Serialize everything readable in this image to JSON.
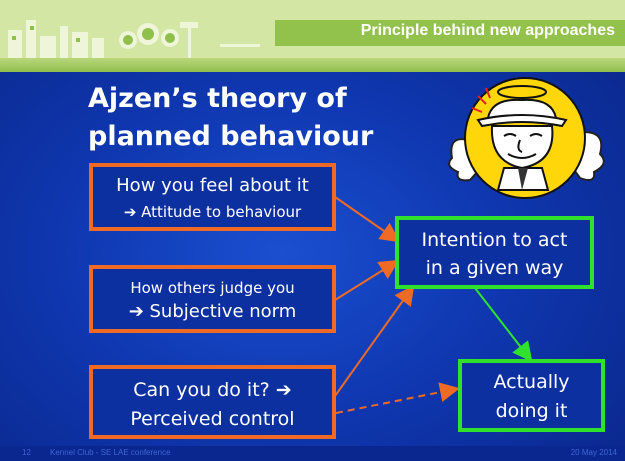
{
  "header": {
    "title": "Principle behind new approaches"
  },
  "slide_title": {
    "line1": "Ajzen’s theory of",
    "line2": "planned behaviour"
  },
  "boxes": {
    "attitude": {
      "line1": "How you feel about it",
      "line2": "➔ Attitude to behaviour"
    },
    "norm": {
      "line1": "How others judge you",
      "line2": "➔ Subjective norm"
    },
    "control": {
      "line1": "Can you do it? ➔",
      "line2": "Perceived control"
    },
    "intention": {
      "line1": "Intention to act",
      "line2": "in a given way"
    },
    "behaviour": {
      "line1": "Actually",
      "line2": "doing it"
    }
  },
  "footer": {
    "page": "12",
    "event": "Kennel Club - SE LAE conference",
    "date": "20 May 2014"
  },
  "colors": {
    "input_border": "#ee6a25",
    "outcome_border": "#2fe32c",
    "background": "#0f37b0",
    "header_accent": "#93c24c"
  },
  "icons": {
    "mascot": "angel-cartoon-icon",
    "header_art": "town-silhouette-icon"
  }
}
